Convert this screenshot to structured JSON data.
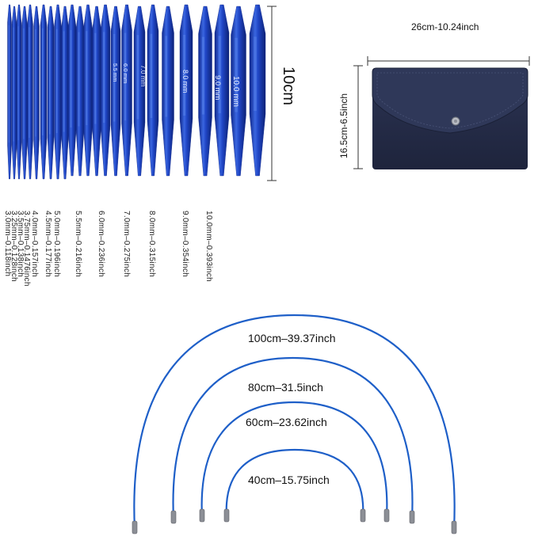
{
  "needles": {
    "height_label": "10cm",
    "sizes": [
      {
        "stamp": "",
        "label": "3.0mm–0.118inch"
      },
      {
        "stamp": "",
        "label": "3.25mm–0.128inch"
      },
      {
        "stamp": "",
        "label": "3.5mm–0.138inch"
      },
      {
        "stamp": "",
        "label": "3.75mm–0.1476inch"
      },
      {
        "stamp": "",
        "label": "4.0mm–0.157inch"
      },
      {
        "stamp": "",
        "label": "4.5mm–0.177inch"
      },
      {
        "stamp": "",
        "label": "5.0mm–0.196inch"
      },
      {
        "stamp": "5.5 mm",
        "label": "5.5mm–0.216inch"
      },
      {
        "stamp": "6.0 mm",
        "label": "6.0mm–0.236inch"
      },
      {
        "stamp": "7.0 mm",
        "label": "7.0mm–0.275inch"
      },
      {
        "stamp": "8.0 mm",
        "label": "8.0mm–0.315inch"
      },
      {
        "stamp": "9.0 mm",
        "label": "9.0mm–0.354inch"
      },
      {
        "stamp": "10.0 mm",
        "label": "10.0mm–0.393inch"
      }
    ],
    "colors": {
      "needle": "#1f45c4",
      "needle_light": "#4f7ae6",
      "needle_dark": "#10288c"
    }
  },
  "pouch": {
    "width_label": "26cm-10.24inch",
    "height_label": "16.5cm-6.5inch",
    "colors": {
      "body": "#242b46",
      "flap": "#2b3352",
      "snap": "#b9bcc4"
    }
  },
  "cables": {
    "lengths": [
      "100cm–39.37inch",
      "80cm–31.5inch",
      "60cm–23.62inch",
      "40cm–15.75inch"
    ],
    "colors": {
      "cable": "#1e5fc8",
      "tip": "#8c8f96"
    }
  }
}
